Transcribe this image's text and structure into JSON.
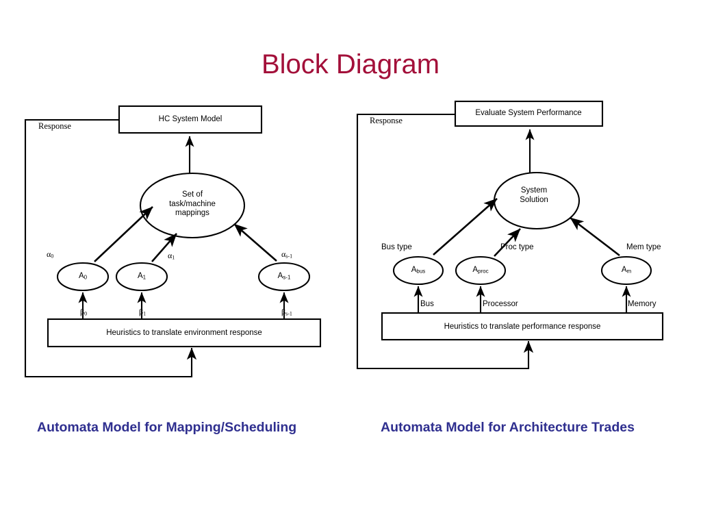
{
  "slide": {
    "title": "Block Diagram",
    "title_color": "#a3103a",
    "background": "#ffffff",
    "caption_color": "#2f2f8f"
  },
  "left_diagram": {
    "caption": "Automata Model for Mapping/Scheduling",
    "feedback_label": "Response",
    "top_box": "HC System Model",
    "center_ellipse": "Set of task/machine mappings",
    "center_ellipse_lines": [
      "Set of",
      "task/machine",
      "mappings"
    ],
    "bottom_box": "Heuristics to translate environment response",
    "automata": [
      {
        "node": "A",
        "node_sub": "0",
        "alpha": "α",
        "alpha_sub": "0",
        "beta": "β",
        "beta_sub": "0"
      },
      {
        "node": "A",
        "node_sub": "1",
        "alpha": "α",
        "alpha_sub": "1",
        "beta": "β",
        "beta_sub": "1"
      },
      {
        "node": "A",
        "node_sub": "s-1",
        "alpha": "α",
        "alpha_sub": "s-1",
        "beta": "β",
        "beta_sub": "s-1"
      }
    ]
  },
  "right_diagram": {
    "caption": "Automata Model for Architecture Trades",
    "feedback_label": "Response",
    "top_box": "Evaluate System Performance",
    "center_ellipse": "System Solution",
    "center_ellipse_lines": [
      "System",
      "Solution"
    ],
    "bottom_box": "Heuristics to translate performance response",
    "automata": [
      {
        "node": "A",
        "node_sub": "bus",
        "type_label": "Bus type",
        "input_label": "Bus"
      },
      {
        "node": "A",
        "node_sub": "proc",
        "type_label": "Proc type",
        "input_label": "Processor"
      },
      {
        "node": "A",
        "node_sub": "m",
        "type_label": "Mem type",
        "input_label": "Memory"
      }
    ]
  }
}
